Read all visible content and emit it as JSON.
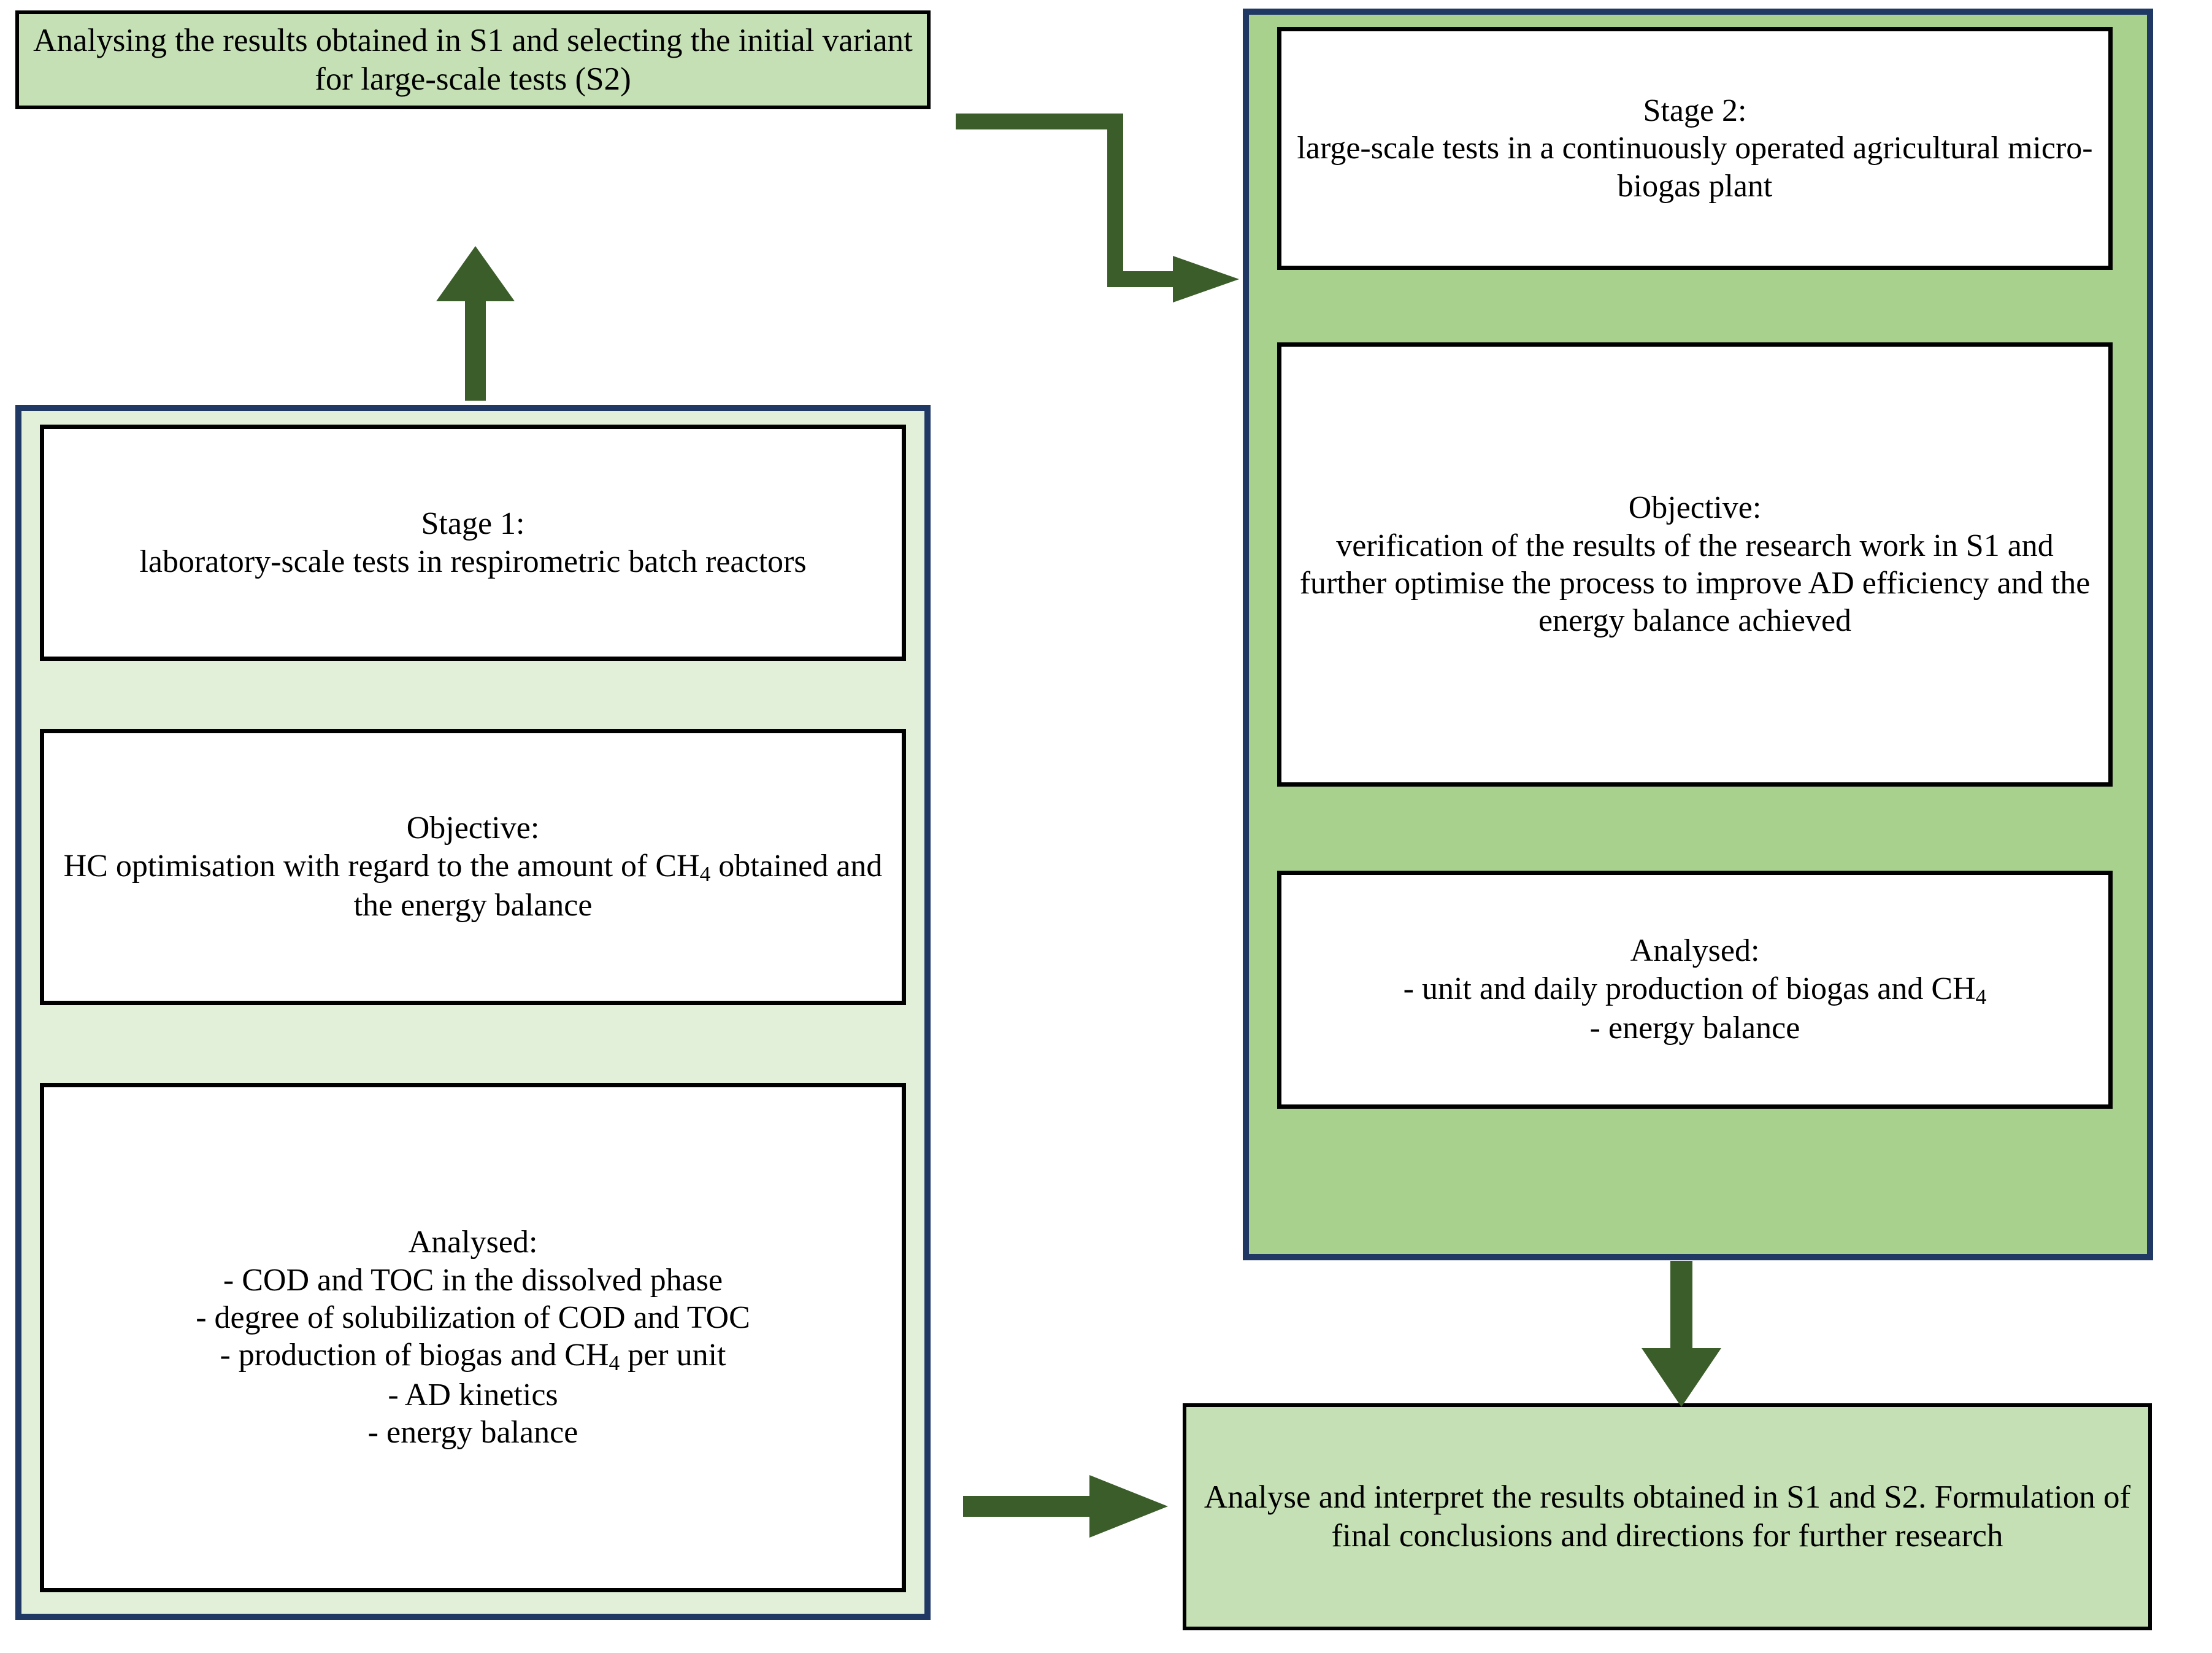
{
  "theme": {
    "accent_green_dark": "#3B5D2A",
    "box_fill_light_green": "#C5E0B4",
    "stage1_fill": "#E2EFD9",
    "stage2_fill": "#A9D18E",
    "container_border": "#1F3864",
    "card_border": "#000000",
    "card_fill": "#FFFFFF"
  },
  "nodes": {
    "analysing": {
      "text": "Analysing the results obtained in S1 and selecting the initial variant for large-scale tests (S2)"
    },
    "stage1": {
      "stage": {
        "line1": "Stage 1:",
        "line2": "laboratory-scale tests in respirometric batch reactors"
      },
      "objective": {
        "line1": "Objective:",
        "line2_pre": "HC optimisation with regard to the amount of CH",
        "line2_sub": "4",
        "line2_post": " obtained and the energy balance"
      },
      "analysed": {
        "title": "Analysed:",
        "items_pre": "- COD and TOC in the dissolved phase\n- degree of solubilization of COD and TOC\n- production of biogas and CH",
        "items_sub": "4",
        "items_post": " per unit\n- AD kinetics\n- energy balance"
      }
    },
    "stage2": {
      "stage": {
        "line1": "Stage 2:",
        "line2": "large-scale tests in a continuously operated agricultural micro-biogas plant"
      },
      "objective": {
        "line1": "Objective:",
        "line2": "verification of the results of the research work in S1 and further optimise the process to improve AD efficiency and the energy balance achieved"
      },
      "analysed": {
        "title": "Analysed:",
        "items_pre": "- unit and daily production of biogas and CH",
        "items_sub": "4",
        "items_post": "\n- energy balance"
      }
    },
    "conclusion": {
      "text": "Analyse and interpret the results obtained in S1 and S2. Formulation of final conclusions and directions for further research"
    }
  },
  "connectors": [
    {
      "name": "analysing-to-stage2",
      "from": "analysing-box",
      "to": "stage2-container",
      "direction": "right",
      "shape": "elbow"
    },
    {
      "name": "stage1-to-analysing",
      "from": "stage1-container",
      "to": "analysing-box",
      "direction": "up",
      "shape": "straight"
    },
    {
      "name": "stage1-to-conclusion",
      "from": "stage1-container",
      "to": "conclusion-box",
      "direction": "right",
      "shape": "straight"
    },
    {
      "name": "stage2-to-conclusion",
      "from": "stage2-container",
      "to": "conclusion-box",
      "direction": "down",
      "shape": "straight"
    }
  ]
}
